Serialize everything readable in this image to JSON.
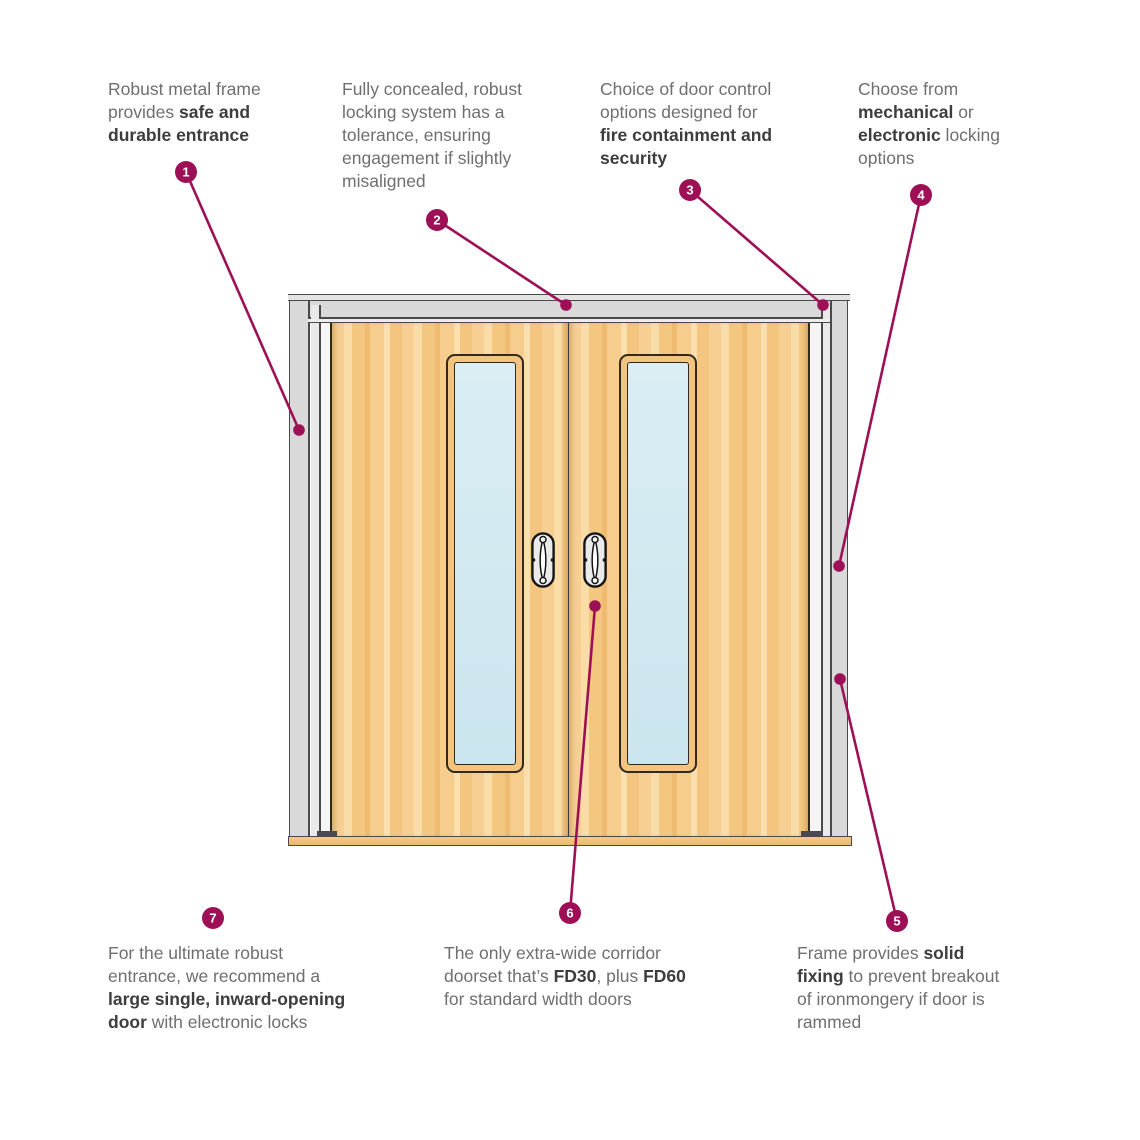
{
  "colors": {
    "accent": "#9E1056",
    "text": "#6F6F6F",
    "text_bold": "#3D3D3D",
    "frame_gray": "#D9D9D9",
    "frame_mid": "#E9E9E9",
    "frame_jamb_white": "#F5F5F5",
    "outline": "#4A4A4A",
    "wood_base": "#F6CD8C",
    "wood_light": "#FBE0AE",
    "wood_dark": "#EEBB70",
    "glass": "#D3E9F0",
    "panel_outline": "#33291A",
    "threshold": "#EFC181",
    "handle_fill": "#EAEAEA",
    "handle_outline": "#141414"
  },
  "icons": {
    "marker": "numbered-circle-badge",
    "handle": "oval-escutcheon-handle"
  },
  "annotations": [
    {
      "number": "1",
      "lines": [
        [
          {
            "t": "Robust metal frame"
          }
        ],
        [
          {
            "t": "provides "
          },
          {
            "t": "safe and",
            "b": true
          }
        ],
        [
          {
            "t": "durable entrance",
            "b": true
          }
        ]
      ]
    },
    {
      "number": "2",
      "lines": [
        [
          {
            "t": "Fully concealed, robust"
          }
        ],
        [
          {
            "t": "locking system has a"
          }
        ],
        [
          {
            "t": "tolerance, ensuring"
          }
        ],
        [
          {
            "t": "engagement if slightly"
          }
        ],
        [
          {
            "t": "misaligned"
          }
        ]
      ]
    },
    {
      "number": "3",
      "lines": [
        [
          {
            "t": "Choice of door control"
          }
        ],
        [
          {
            "t": "options designed for"
          }
        ],
        [
          {
            "t": "fire containment and",
            "b": true
          }
        ],
        [
          {
            "t": "security",
            "b": true
          }
        ]
      ]
    },
    {
      "number": "4",
      "lines": [
        [
          {
            "t": "Choose from"
          }
        ],
        [
          {
            "t": "mechanical",
            "b": true
          },
          {
            "t": " or"
          }
        ],
        [
          {
            "t": "electronic",
            "b": true
          },
          {
            "t": " locking"
          }
        ],
        [
          {
            "t": "options"
          }
        ]
      ]
    },
    {
      "number": "5",
      "lines": [
        [
          {
            "t": "Frame provides "
          },
          {
            "t": "solid",
            "b": true
          }
        ],
        [
          {
            "t": "fixing",
            "b": true
          },
          {
            "t": " to prevent breakout"
          }
        ],
        [
          {
            "t": "of ironmongery if door is"
          }
        ],
        [
          {
            "t": "rammed"
          }
        ]
      ]
    },
    {
      "number": "6",
      "lines": [
        [
          {
            "t": "The only extra-wide corridor"
          }
        ],
        [
          {
            "t": "doorset that’s "
          },
          {
            "t": "FD30",
            "b": true
          },
          {
            "t": ", plus "
          },
          {
            "t": "FD60",
            "b": true
          }
        ],
        [
          {
            "t": "for standard width doors"
          }
        ]
      ]
    },
    {
      "number": "7",
      "lines": [
        [
          {
            "t": "For the ultimate robust"
          }
        ],
        [
          {
            "t": "entrance, we recommend a"
          }
        ],
        [
          {
            "t": "large single, inward-opening",
            "b": true
          }
        ],
        [
          {
            "t": "door",
            "b": true
          },
          {
            "t": " with electronic locks"
          }
        ]
      ]
    }
  ]
}
